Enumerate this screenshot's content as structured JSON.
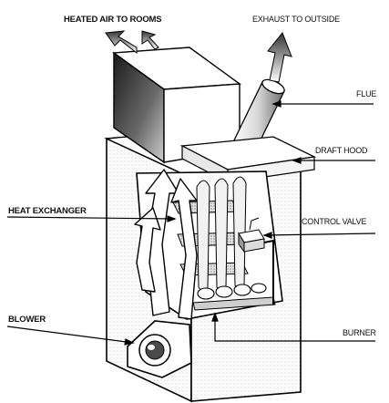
{
  "labels": {
    "heated_air": "HEATED AIR TO ROOMS",
    "exhaust": "EXHAUST TO OUTSIDE",
    "flue": "FLUE",
    "draft_hood": "DRAFT HOOD",
    "heat_exchanger": "HEAT EXCHANGER",
    "control_valve": "CONTROL VALVE",
    "blower": "BLOWER",
    "burner": "BURNER"
  }
}
